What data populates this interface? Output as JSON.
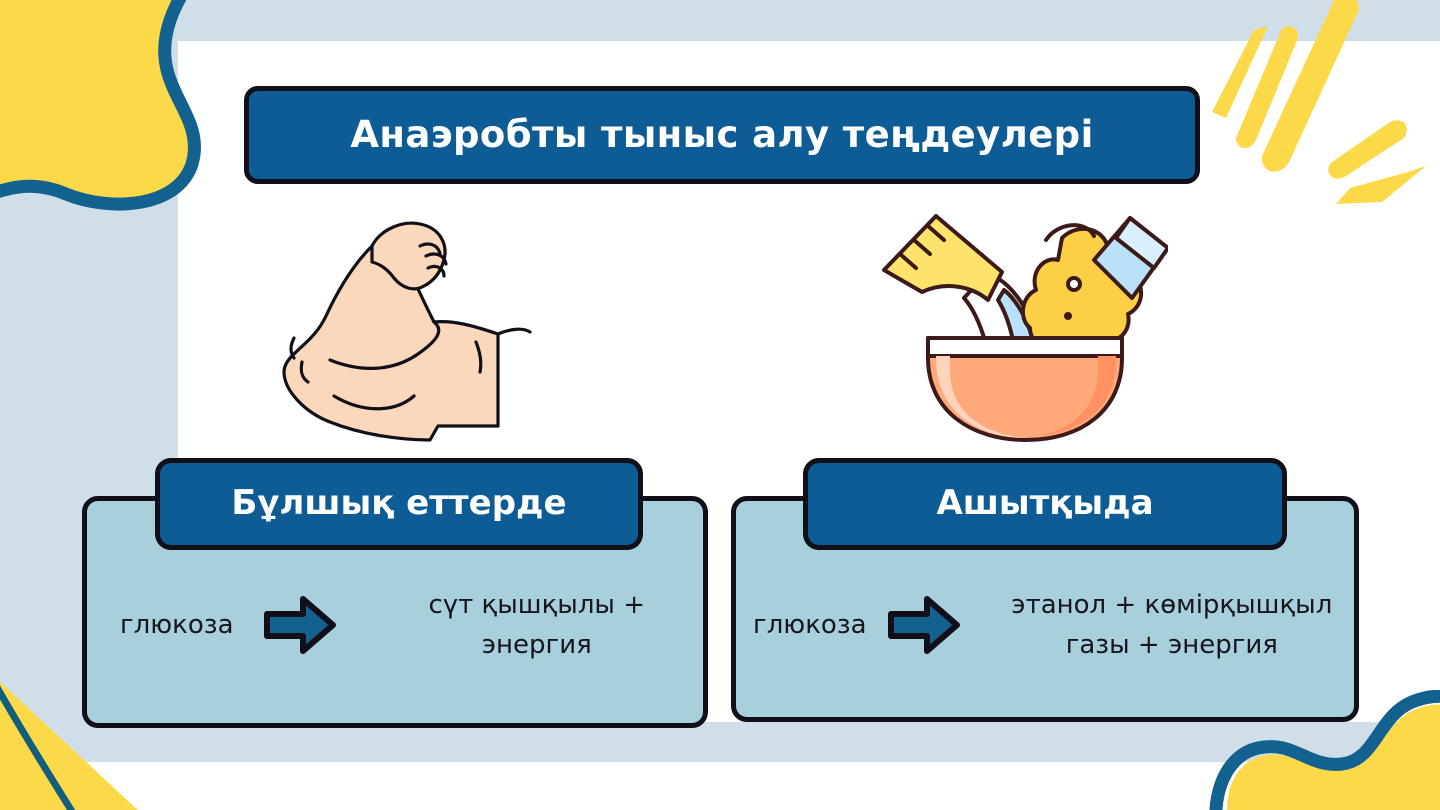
{
  "slide": {
    "title": "Анаэробты тыныс алу теңдеулері",
    "background_color": "#ffffff",
    "band_color": "#cfdee8",
    "accent_blue": "#0d5c96",
    "accent_yellow": "#fcd949",
    "card_fill": "#a8cfdc",
    "outline_color": "#111018"
  },
  "panels": [
    {
      "id": "muscles",
      "header": "Бұлшық еттерде",
      "illustration": "flexed-bicep-arm",
      "equation": {
        "reactant": "глюкоза",
        "arrow": "right-arrow",
        "product": "сүт қышқылы + энергия"
      }
    },
    {
      "id": "yeast",
      "header": "Ашытқыда",
      "illustration": "mixing-bowl-yeast",
      "equation": {
        "reactant": "глюкоза",
        "arrow": "right-arrow",
        "product": "этанол + көмірқышқыл газы + энергия"
      }
    }
  ]
}
